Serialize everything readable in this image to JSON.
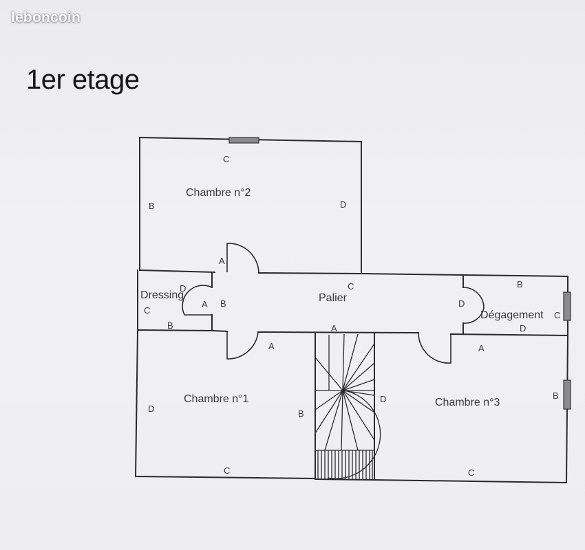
{
  "header": {
    "watermark": "leboncoin",
    "title": "1er etage"
  },
  "plan": {
    "rooms": {
      "chambre2": "Chambre n°2",
      "chambre1": "Chambre n°1",
      "chambre3": "Chambre n°3",
      "palier": "Palier",
      "dressing": "Dressing",
      "degagement": "Dégagement"
    },
    "wall_letters": {
      "A": "A",
      "B": "B",
      "C": "C",
      "D": "D"
    }
  },
  "colors": {
    "wall": "#2a2a2a",
    "window": "#8a8a8a",
    "paper": "#eeeef0"
  }
}
